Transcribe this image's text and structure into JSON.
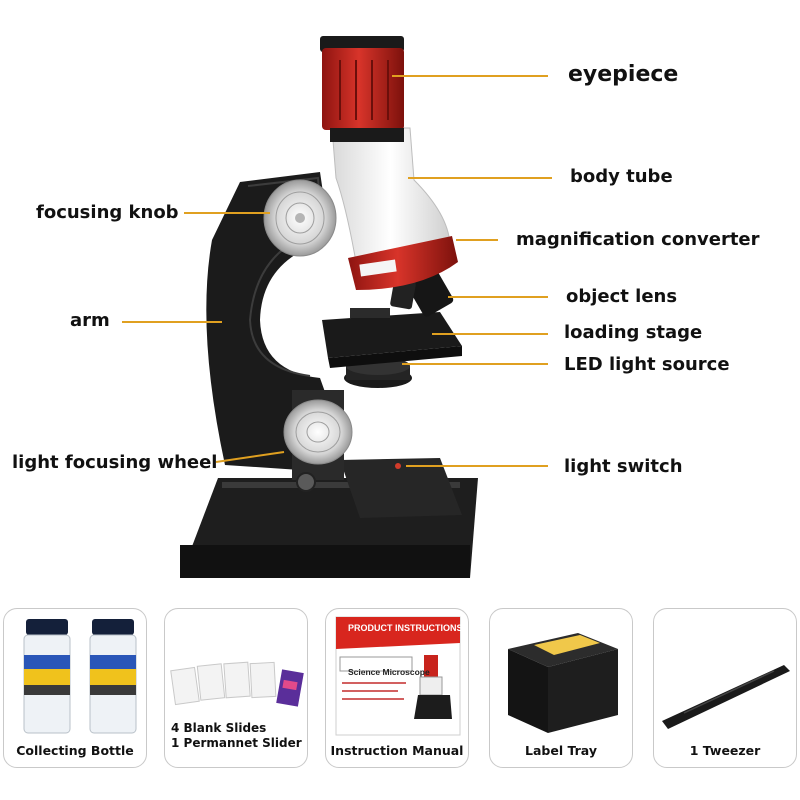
{
  "labels": {
    "eyepiece": "eyepiece",
    "body_tube": "body tube",
    "magnification_converter": "magnification converter",
    "object_lens": "object lens",
    "loading_stage": "loading stage",
    "led_light_source": "LED light source",
    "light_switch": "light switch",
    "focusing_knob": "focusing knob",
    "arm": "arm",
    "light_focusing_wheel": "light focusing wheel"
  },
  "accessories": {
    "collecting_bottle": "Collecting Bottle",
    "blank_slides_line1": "4 Blank Slides",
    "blank_slides_line2": "1 Permannet Slider",
    "instruction_manual": "Instruction Manual",
    "manual_cover_title": "PRODUCT INSTRUCTIONS",
    "manual_cover_subtitle": "Science Microscope",
    "label_tray": "Label Tray",
    "tweezer": "1 Tweezer"
  },
  "colors": {
    "leader_line": "#e0a020",
    "eyepiece_red": "#c8231c",
    "body_white": "#f2f2f2",
    "base_black": "#1c1c1c",
    "knob_silver": "#d8d8d8"
  }
}
